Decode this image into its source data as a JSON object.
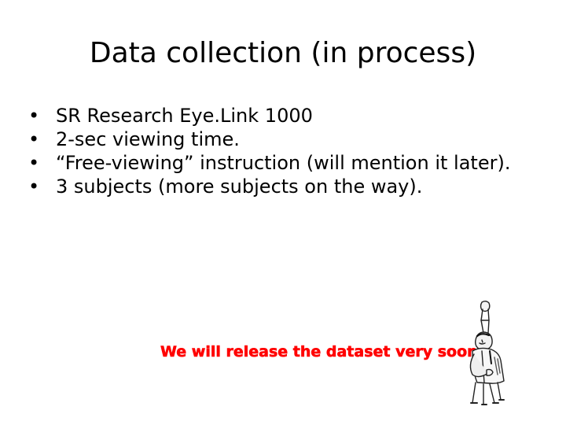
{
  "slide": {
    "title": "Data collection (in process)",
    "bullets": [
      {
        "marker": "•",
        "text": "SR Research Eye.Link 1000"
      },
      {
        "marker": "•",
        "text": "2-sec viewing time."
      },
      {
        "marker": "•",
        "text": "“Free-viewing” instruction (will mention it later)."
      },
      {
        "marker": "•",
        "text": "3 subjects (more subjects on the way)."
      }
    ],
    "banner": "We will release the dataset very soon!",
    "banner_color": "#ff0000",
    "figure_icon": "cheering-person-clipart-icon"
  }
}
